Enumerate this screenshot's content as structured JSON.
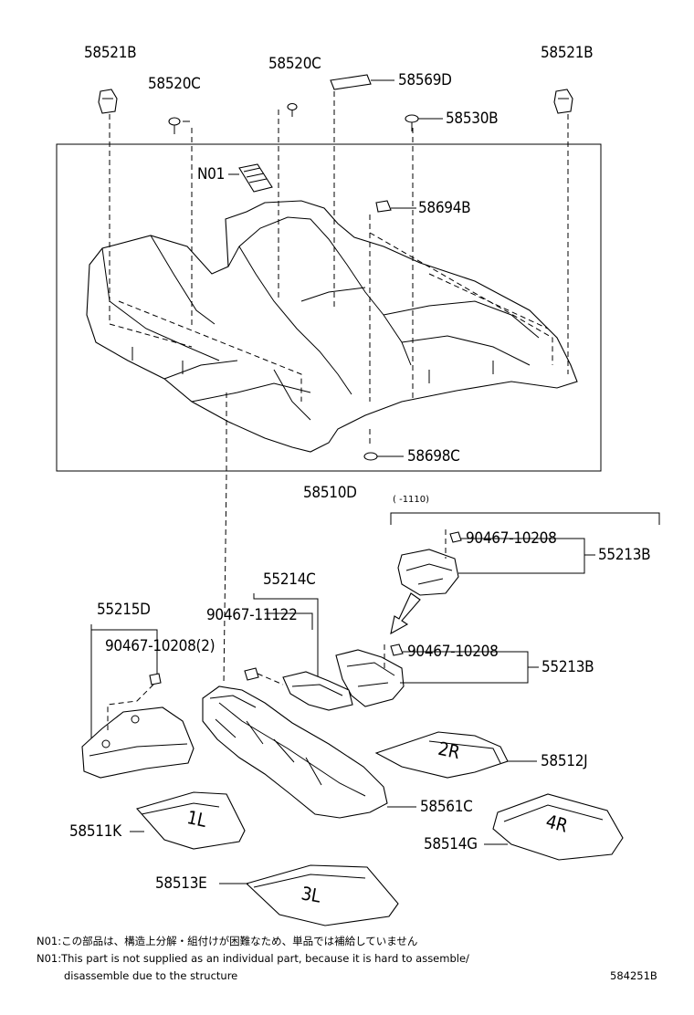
{
  "parts": {
    "p58521B_left": "58521B",
    "p58520C_left": "58520C",
    "p58520C_mid": "58520C",
    "p58569D": "58569D",
    "p58521B_right": "58521B",
    "p58530B": "58530B",
    "pN01": "N01",
    "p58694B": "58694B",
    "p58698C": "58698C",
    "p58510D": "58510D",
    "range_note": "(      -1110)",
    "p90467_10208_a": "90467-10208",
    "p55213B_a": "55213B",
    "p55214C": "55214C",
    "p55215D": "55215D",
    "p90467_11122": "90467-11122",
    "p90467_10208_2": "90467-10208(2)",
    "p90467_10208_b": "90467-10208",
    "p55213B_b": "55213B",
    "p58512J": "58512J",
    "p58561C": "58561C",
    "p58511K": "58511K",
    "p58514G": "58514G",
    "p58513E": "58513E"
  },
  "mat_marks": {
    "mark_1L": "1L",
    "mark_2R": "2R",
    "mark_3L": "3L",
    "mark_4R": "4R"
  },
  "notes": {
    "n01_jp": "N01:この部品は、構造上分解・組付けが困難なため、単品では補給していません",
    "n01_en_1": "N01:This part is not supplied as an individual part, because it is hard to assemble/",
    "n01_en_2": "disassemble due to the structure",
    "figure_code": "584251B"
  }
}
